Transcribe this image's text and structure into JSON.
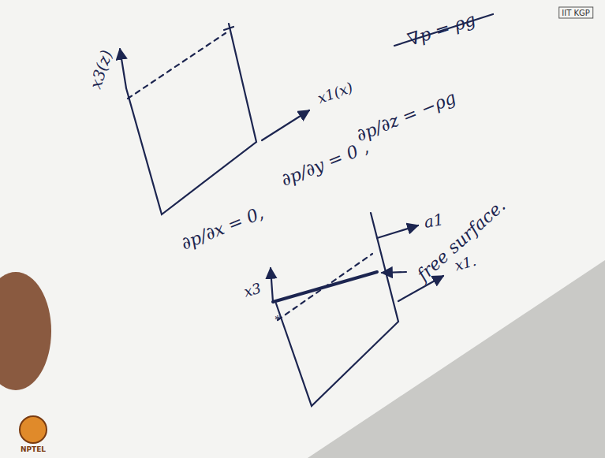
{
  "diagram": {
    "labels": [
      "∇p = ρg",
      "IIT KGP",
      "x3(z)",
      "x1(x)",
      "∂p/∂y = 0 ,",
      "∂p/∂z = −ρg",
      "∂p/∂x = 0,",
      "a1",
      "free surface.",
      "x3",
      "x1.",
      "NPTEL"
    ]
  }
}
